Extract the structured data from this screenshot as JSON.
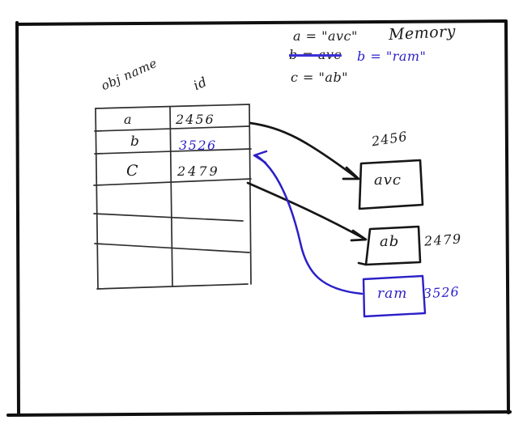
{
  "title": "Memory",
  "notes": {
    "a_assign": "a = \"avc\"",
    "b_old_struck": "b = avc",
    "b_new": "b = \"ram\"",
    "c_assign": "c = \"ab\""
  },
  "table": {
    "col_obj": "obj name",
    "col_id": "id",
    "rows": [
      {
        "name": "a",
        "id": "2456",
        "ink": "black"
      },
      {
        "name": "b",
        "id": "3526",
        "ink": "blue"
      },
      {
        "name": "C",
        "id": "2479",
        "ink": "black"
      }
    ],
    "empty_row_count": 3
  },
  "boxes": {
    "avc": {
      "value": "avc",
      "address": "2456",
      "ink": "black"
    },
    "ab": {
      "value": "ab",
      "address": "2479",
      "ink": "black"
    },
    "ram": {
      "value": "ram",
      "address": "3526",
      "ink": "blue"
    }
  },
  "arrows": [
    {
      "from": "table row a (id 2456)",
      "to": "box avc",
      "ink": "black"
    },
    {
      "from": "table row C (id 2479)",
      "to": "box ab",
      "ink": "black"
    },
    {
      "from": "box ram",
      "to": "table row b (id 3526)",
      "ink": "blue"
    }
  ],
  "colors": {
    "ink": "#1b1b1b",
    "blue_ink": "#2b1fc8",
    "background": "#ffffff"
  }
}
